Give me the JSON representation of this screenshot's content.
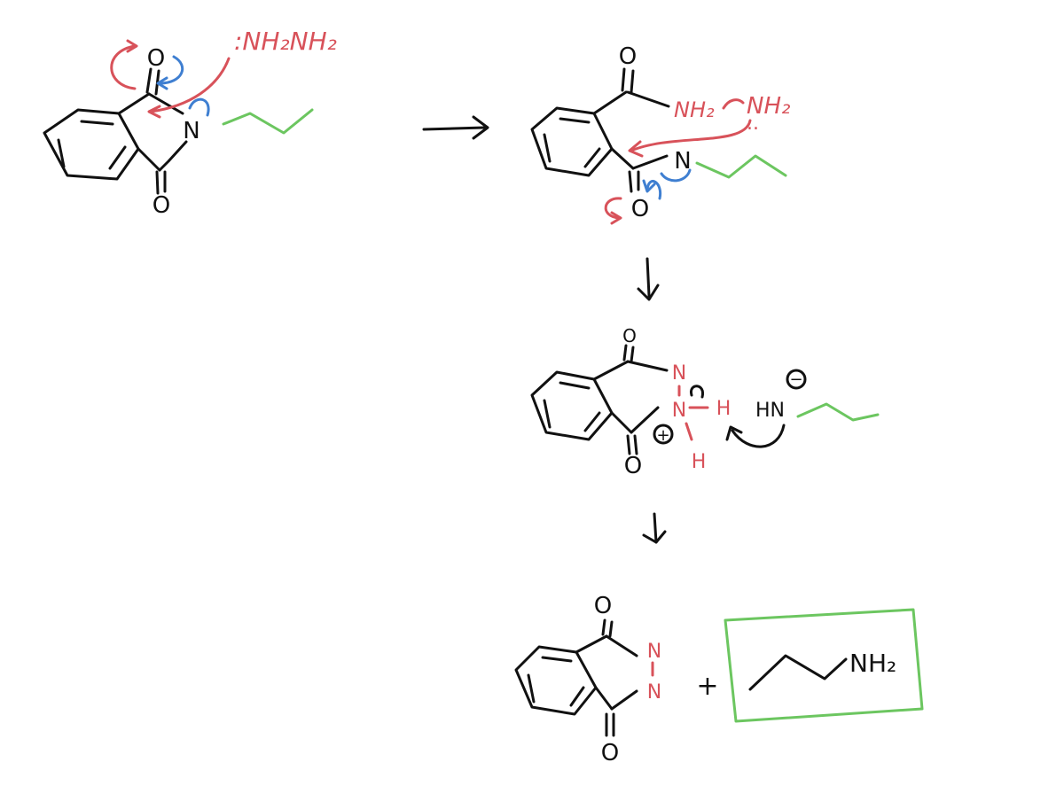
{
  "colors": {
    "ink": "#111111",
    "red": "#d8525a",
    "blue": "#3f7fd1",
    "green": "#6cc660",
    "background": "#ffffff"
  },
  "step1": {
    "carbonyl_o_top": "O",
    "carbonyl_o_bottom": "O",
    "imide_n": "N",
    "reagent": ":NH₂NH₂"
  },
  "step2": {
    "carbonyl_o_top": "O",
    "amide_nh2": "NH₂",
    "terminal_nh2": "NH₂",
    "imide_n": "N",
    "carbonyl_o_bottom": "O"
  },
  "step3": {
    "carbonyl_o_top": "O",
    "n_upper": "N",
    "n_lower": "N",
    "h_right": "H",
    "h_lower": "H",
    "plus_charge": "+",
    "amide_anion": "HN",
    "minus_charge": "−",
    "carbonyl_o_bottom": "O"
  },
  "step4": {
    "carbonyl_o_top": "O",
    "n_upper": "N",
    "n_lower": "N",
    "carbonyl_o_bottom": "O",
    "plus": "+",
    "product_amine": "NH₂"
  }
}
